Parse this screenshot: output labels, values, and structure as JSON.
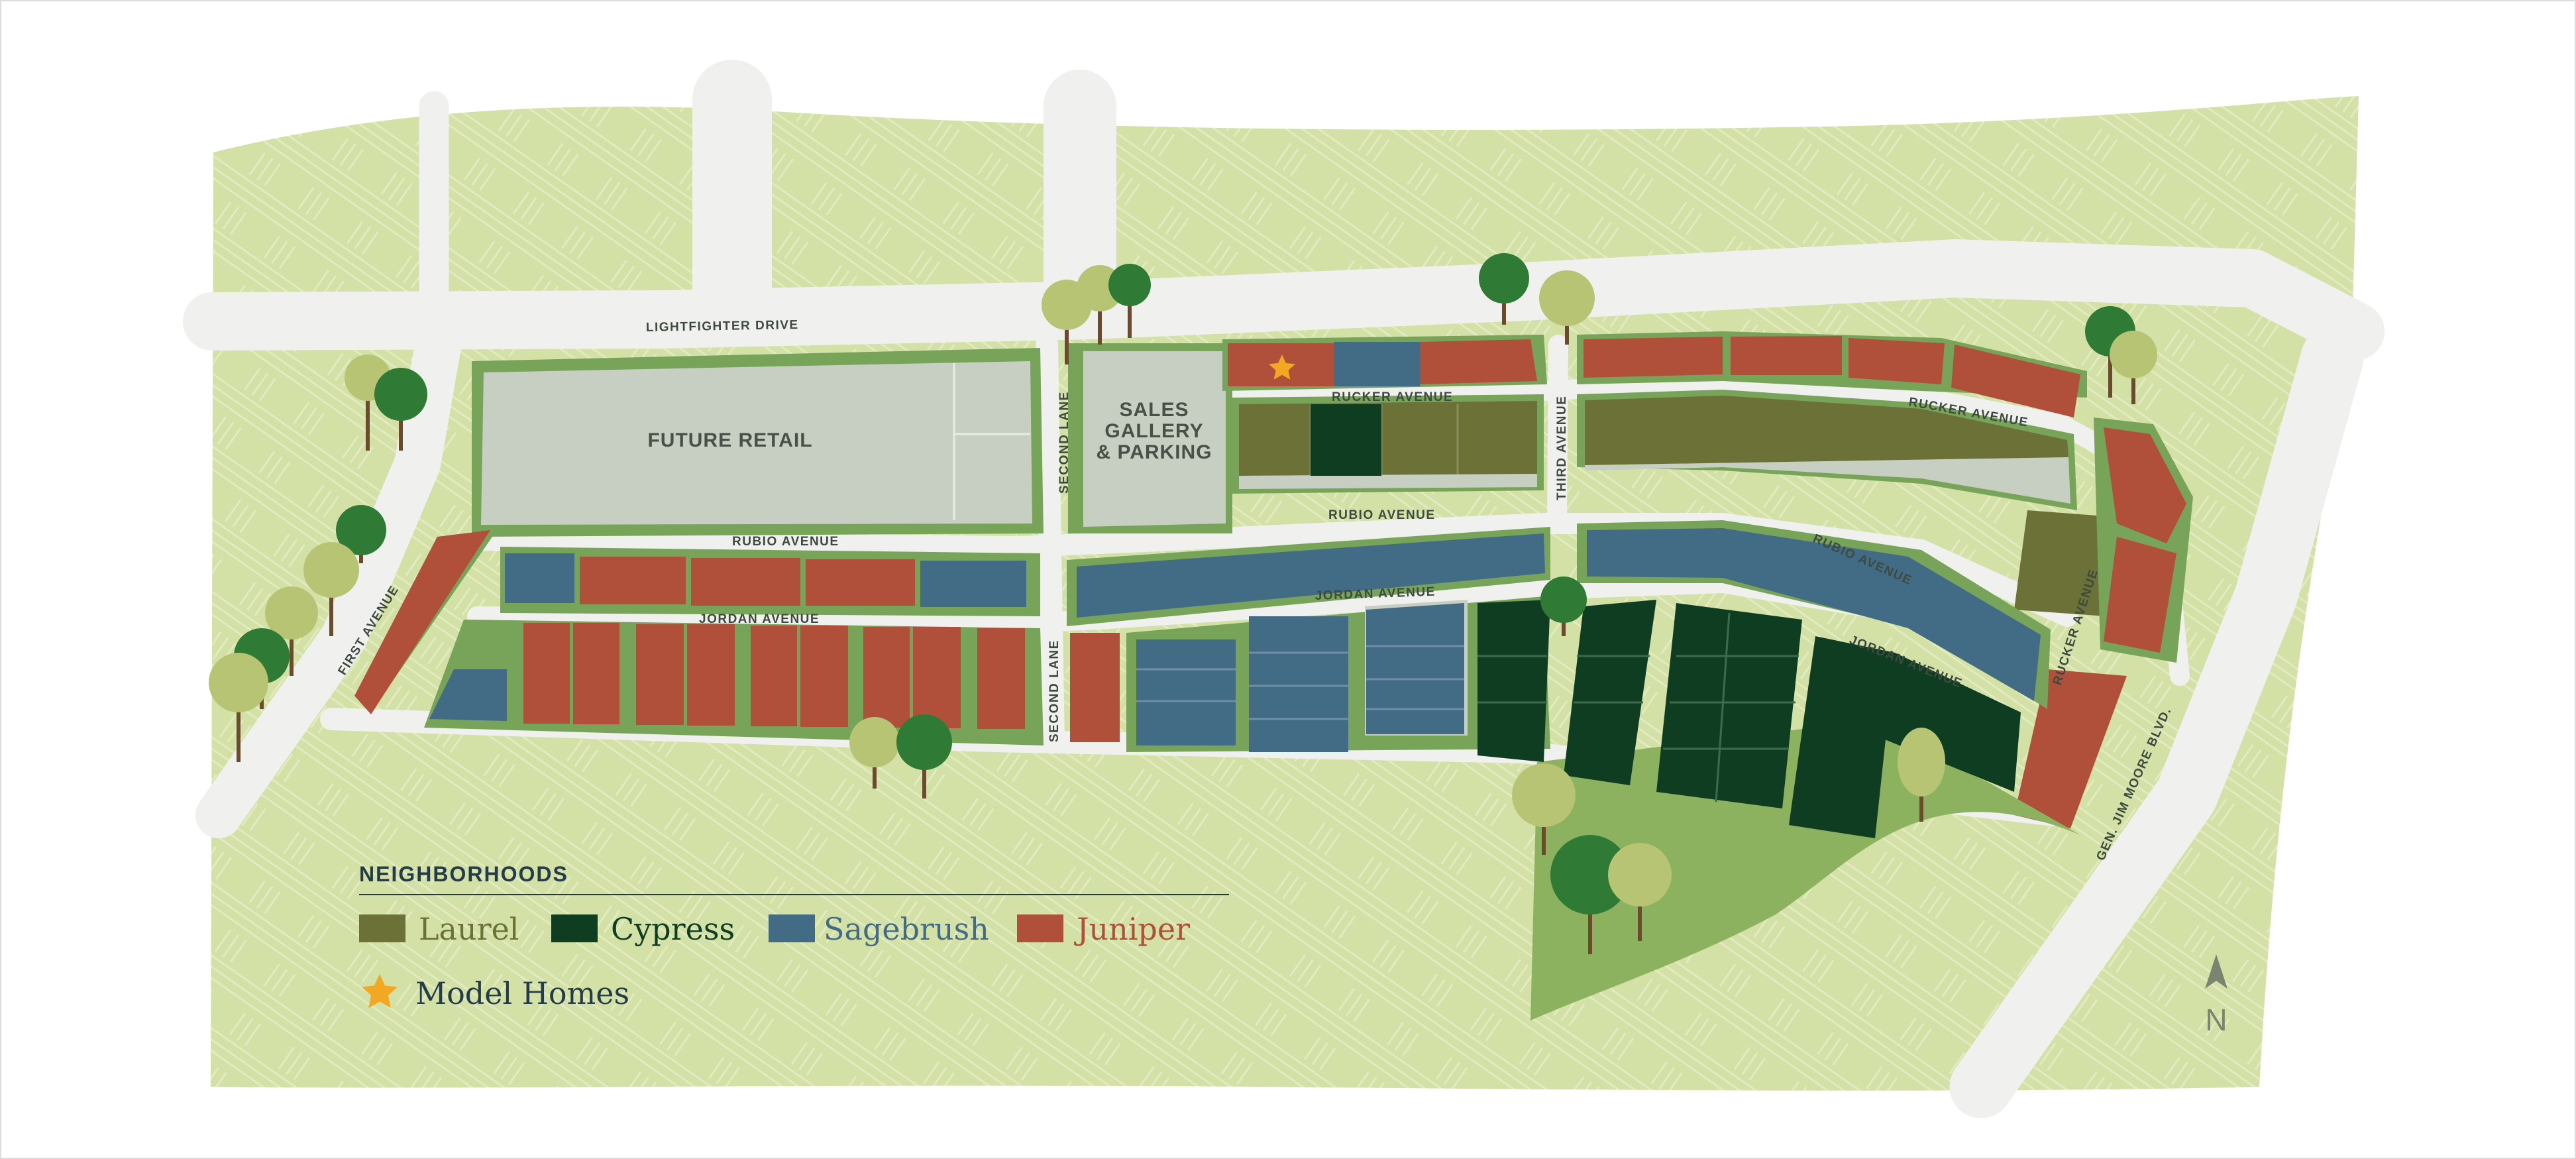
{
  "colors": {
    "laurel": "#6c7138",
    "cypress": "#0f3d22",
    "sagebrush": "#426b86",
    "juniper": "#b04f3a",
    "grass": "#d3e0a6",
    "park": "#8db25f",
    "edge": "#78a45a",
    "road": "#f0f0ee",
    "pad": "#c7cfc3",
    "star": "#f3a823"
  },
  "streets": {
    "lightfighter": "LIGHTFIGHTER DRIVE",
    "rucker_a": "RUCKER AVENUE",
    "rucker_b": "RUCKER AVENUE",
    "rucker_c": "RUCKER AVENUE",
    "rubio_a": "RUBIO AVENUE",
    "rubio_b": "RUBIO AVENUE",
    "rubio_c": "RUBIO AVENUE",
    "jordan_a": "JORDAN AVENUE",
    "jordan_b": "JORDAN AVENUE",
    "jordan_c": "JORDAN AVENUE",
    "first_ave": "FIRST AVENUE",
    "second_lane_a": "SECOND LANE",
    "second_lane_b": "SECOND LANE",
    "third_ave": "THIRD AVENUE",
    "gen_moore": "GEN. JIM MOORE BLVD."
  },
  "areas": {
    "future_retail": "FUTURE RETAIL",
    "sales_line1": "SALES",
    "sales_line2": "GALLERY",
    "sales_line3": "& PARKING"
  },
  "legend": {
    "title": "NEIGHBORHOODS",
    "laurel": "Laurel",
    "cypress": "Cypress",
    "sagebrush": "Sagebrush",
    "juniper": "Juniper",
    "model_homes": "Model Homes"
  },
  "compass": "N",
  "icons": {
    "model_home": "star-icon",
    "north": "north-arrow-icon",
    "tree": "tree-icon"
  }
}
